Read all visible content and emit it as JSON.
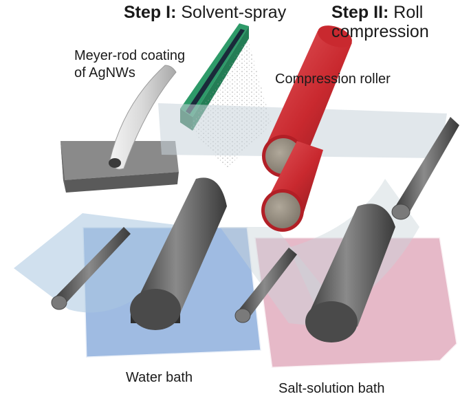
{
  "steps": {
    "step1": {
      "prefix": "Step I:",
      "text": "Solvent-spray"
    },
    "step2": {
      "prefix": "Step II:",
      "text_line1": "Roll",
      "text_line2": "compression"
    }
  },
  "labels": {
    "meyer_line1": "Meyer-rod coating",
    "meyer_line2": "of AgNWs",
    "compression_roller": "Compression roller",
    "water_bath": "Water bath",
    "salt_bath": "Salt-solution bath"
  },
  "colors": {
    "film": "#c9d4da",
    "roller_red": "#d2333a",
    "spray_bar": "#2f9a6a",
    "water_bath": "#5b8fcf",
    "salt_bath": "#d68aa2",
    "steel": "#6d6d6d",
    "platform": "#7f7f7f"
  }
}
